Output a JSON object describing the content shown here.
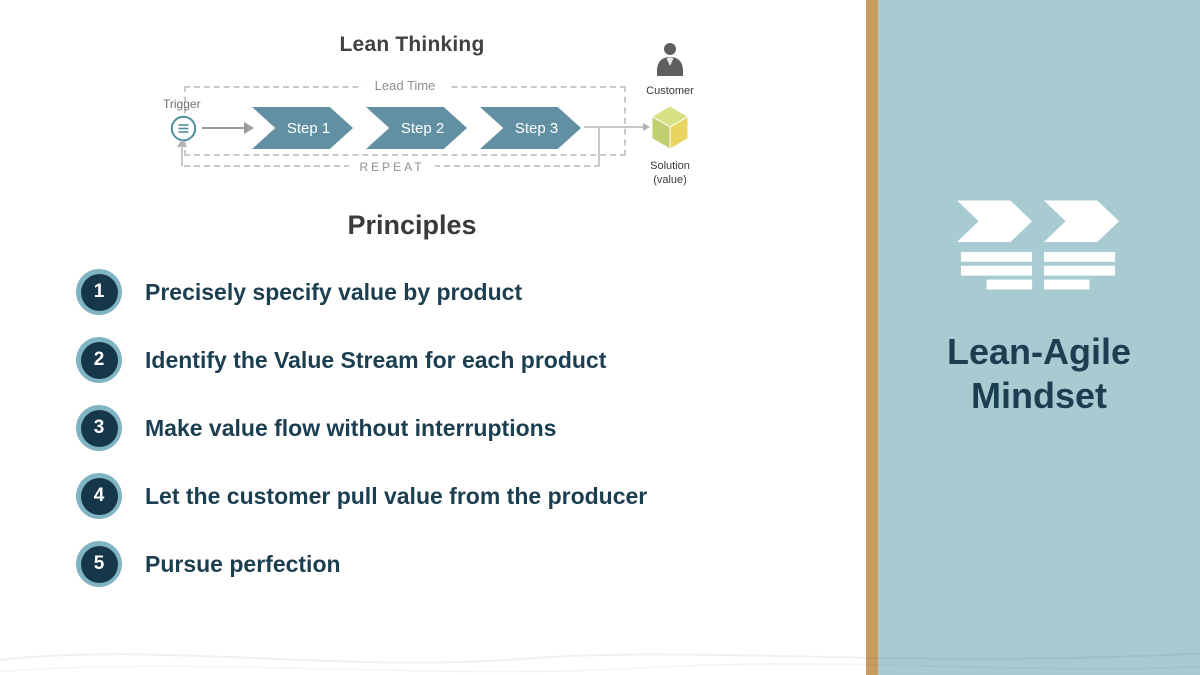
{
  "diagram": {
    "title": "Lean Thinking",
    "trigger_label": "Trigger",
    "lead_time_label": "Lead Time",
    "repeat_label": "REPEAT",
    "steps": [
      "Step 1",
      "Step 2",
      "Step 3"
    ],
    "customer_label": "Customer",
    "solution_label": "Solution",
    "solution_sublabel": "(value)"
  },
  "principles": {
    "heading": "Principles",
    "items": [
      {
        "num": "1",
        "text": "Precisely specify value by product"
      },
      {
        "num": "2",
        "text": "Identify the Value Stream for each product"
      },
      {
        "num": "3",
        "text": "Make value flow without interruptions"
      },
      {
        "num": "4",
        "text": "Let the customer pull value from the producer"
      },
      {
        "num": "5",
        "text": "Pursue perfection"
      }
    ]
  },
  "sidebar": {
    "title_line1": "Lean-Agile",
    "title_line2": "Mindset",
    "icon": "value-stream-icon"
  },
  "colors": {
    "accent_gold": "#c69d5f",
    "sidebar_bg": "#a8cbd2",
    "dark_teal_text": "#1c3e51",
    "step_arrow": "#6090a2",
    "number_badge": "#163749",
    "number_ring": "#7fb5c3"
  }
}
